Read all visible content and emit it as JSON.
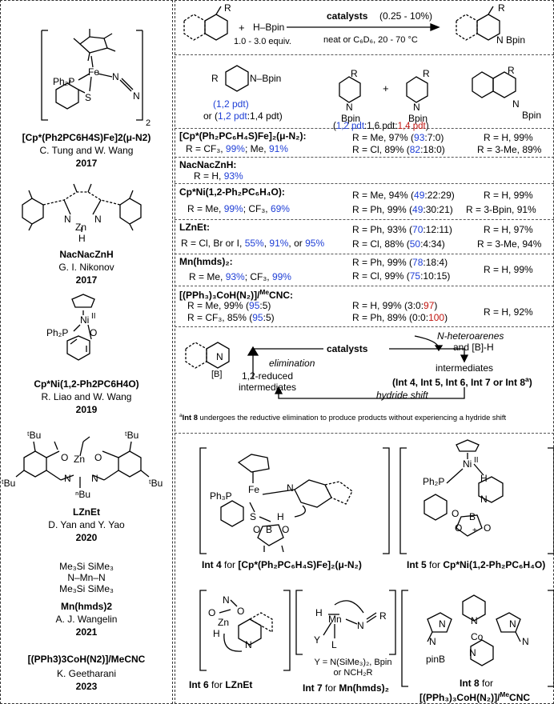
{
  "left": {
    "catalysts": [
      {
        "formula": "[Cp*(Ph2PC6H4S)Fe]2(μ-N2)",
        "authors": "C. Tung and W. Wang",
        "year": "2017"
      },
      {
        "formula": "NacNacZnH",
        "authors": "G. I. Nikonov",
        "year": "2017"
      },
      {
        "formula": "Cp*Ni(1,2-Ph2PC6H4O)",
        "authors": "R. Liao and W. Wang",
        "year": "2019"
      },
      {
        "formula": "LZnEt",
        "authors": "D. Yan and Y. Yao",
        "year": "2020"
      },
      {
        "formula": "Mn(hmds)2",
        "authors": "A. J. Wangelin",
        "year": "2021"
      },
      {
        "formula": "[(PPh3)3CoH(N2)]/MeCNC",
        "authors": "K. Geetharani",
        "year": "2023"
      }
    ],
    "struct_labels": {
      "fe_ph2p": "Ph₂P",
      "fe_fe": "Fe",
      "fe_n": "N",
      "fe_s": "S",
      "fe_n2": "N",
      "fe_sub": "2",
      "zn_n1": "N",
      "zn_n2": "N",
      "zn_zn": "Zn",
      "zn_h": "H",
      "ni_ni": "Ni",
      "ni_ii": "II",
      "ni_ph2p": "Ph₂P",
      "ni_o": "O",
      "lz_tbu1": "ᵗBu",
      "lz_tbu2": "ᵗBu",
      "lz_tbu3": "ᵗBu",
      "lz_tbu4": "ᵗBu",
      "lz_zn": "Zn",
      "lz_o1": "O",
      "lz_o2": "O",
      "lz_n1": "N",
      "lz_n2": "N",
      "lz_nbu": "ⁿBu",
      "mn_line1": "Me₃Si          SiMe₃",
      "mn_mid": "N–Mn–N",
      "mn_line3": "Me₃Si          SiMe₃"
    }
  },
  "scheme": {
    "reagent1": "R",
    "plus": "+",
    "hbpin": "H–Bpin",
    "equiv": "1.0 - 3.0 equiv.",
    "catalysts_label": "catalysts",
    "loading": "(0.25 - 10%)",
    "conditions": "neat or C₆D₆, 20 - 70 °C",
    "product_r": "R",
    "product_n": "N",
    "product_bpin": "Bpin"
  },
  "products": {
    "p1_r": "R",
    "p1_nbpin": "N–Bpin",
    "p1_label_a": "(1,2 pdt)",
    "p1_label_b_pre": "or (",
    "p1_label_b_12": "1,2 pdt",
    "p1_label_b_mid": ":1,4 pdt)",
    "p2_r": "R",
    "p2_n": "N",
    "p2_bpin": "Bpin",
    "p2_plus": "+",
    "p3_r": "R",
    "p3_n": "N",
    "p3_bpin": "Bpin",
    "p23_pre": "(",
    "p23_12": "1,2 pdt",
    "p23_16": ":1,6 pdt:",
    "p23_14": "1,4 pdt",
    "p23_post": ")",
    "p4_r": "R",
    "p4_n": "N",
    "p4_bpin": "Bpin"
  },
  "rows": {
    "fe": {
      "title": "[Cp*(Ph₂PC₆H₄S)Fe]₂(μ-N₂):",
      "c1_pre": "R = CF₃, ",
      "c1_v1": "99%",
      "c1_mid": "; Me, ",
      "c1_v2": "91%",
      "c2a_pre": "R = Me, 97% (",
      "c2a_v": "93",
      "c2a_post": ":7:0)",
      "c2b_pre": "R = Cl, 89% (",
      "c2b_v": "82",
      "c2b_post": ":18:0)",
      "c3a": "R = H, 99%",
      "c3b": "R = 3-Me, 89%"
    },
    "zn": {
      "title": "NacNacZnH:",
      "c1_pre": "R = H, ",
      "c1_v1": "93%"
    },
    "ni": {
      "title": "Cp*Ni(1,2-Ph₂PC₆H₄O):",
      "c1_pre": "R = Me, ",
      "c1_v1": "99%",
      "c1_mid": "; CF₃, ",
      "c1_v2": "69%",
      "c2a_pre": "R = Me, 94% (",
      "c2a_v": "49",
      "c2a_post": ":22:29)",
      "c2b_pre": "R = Ph, 99% (",
      "c2b_v": "49",
      "c2b_post": ":30:21)",
      "c3a": "R = H, 99%",
      "c3b": "R = 3-Bpin, 91%"
    },
    "lz": {
      "title": "LZnEt:",
      "c1_pre": "R = Cl, Br or I, ",
      "c1_v1": "55%",
      "c1_s1": ", ",
      "c1_v2": "91%",
      "c1_s2": ", or ",
      "c1_v3": "95%",
      "c2a_pre": "R = Ph, 93% (",
      "c2a_v": "70",
      "c2a_post": ":12:11)",
      "c2b_pre": "R = Cl, 88% (",
      "c2b_v": "50",
      "c2b_post": ":4:34)",
      "c3a": "R = H, 97%",
      "c3b": "R = 3-Me, 94%"
    },
    "mn": {
      "title": "Mn(hmds)₂:",
      "c1_pre": "R = Me, ",
      "c1_v1": "93%",
      "c1_mid": "; CF₃, ",
      "c1_v2": "99%",
      "c2a_pre": "R = Ph, 99% (",
      "c2a_v": "78",
      "c2a_post": ":18:4)",
      "c2b_pre": "R = Cl, 99% (",
      "c2b_v": "75",
      "c2b_post": ":10:15)",
      "c3a": "R = H, 99%"
    },
    "co": {
      "title": "[(PPh₃)₃CoH(N₂)]/",
      "title_sup": "Me",
      "title_end": "CNC:",
      "c1a_pre": "R = Me, 99% (",
      "c1a_v": "95",
      "c1a_post": ":5)",
      "c1b_pre": "R = CF₃, 85% (",
      "c1b_v": "95",
      "c1b_post": ":5)",
      "c2a_pre": "R = H, 99% (3:0:",
      "c2a_v": "97",
      "c2a_post": ")",
      "c2b_pre": "R = Ph, 89% (0:0:",
      "c2b_v": "100",
      "c2b_post": ")",
      "c3a": "R = H, 92%"
    }
  },
  "cycle": {
    "catalysts": "catalysts",
    "substrates_a": "N-heteroarenes",
    "substrates_b": "and [B]-H",
    "intermediates": "intermediates",
    "int_list": "(Int 4, Int 5, Int 6, Int 7 or Int 8",
    "int_list_sup": "a",
    "int_list_end": ")",
    "elimination": "elimination",
    "reduced_a": "1,2-reduced",
    "reduced_b": "intermediates",
    "hydride_shift": "hydride shift",
    "product_n": "N",
    "product_b": "[B]",
    "footnote_sup": "a",
    "footnote_b": "Int 8",
    "footnote": " undergoes the reductive elimination to produce products without experiencing a hydride shift"
  },
  "ints": {
    "int4_label": "Int 4",
    "int4_for": " for ",
    "int4_cat": "[Cp*(Ph₂PC₆H₄S)Fe]₂(μ-N₂)",
    "int5_label": "Int 5",
    "int5_for": " for ",
    "int5_cat": "Cp*Ni(1,2-Ph₂PC₆H₄O)",
    "int6_label": "Int 6",
    "int6_for": " for ",
    "int6_cat": "LZnEt",
    "int7_label": "Int 7",
    "int7_for": " for ",
    "int7_cat": "Mn(hmds)₂",
    "int7_y_a": "Y = N(SiMe₃)₂, Bpin",
    "int7_y_b": "or NCH₂R",
    "int8_label": "Int 8",
    "int8_for": " for",
    "int8_cat": "[(PPh₃)₃CoH(N₂)]/",
    "int8_sup": "Me",
    "int8_end": "CNC",
    "atoms": {
      "i4_fe": "Fe",
      "i4_ph3p": "Ph₃P",
      "i4_n": "N",
      "i4_s": "S",
      "i4_h": "H",
      "i4_b": "B",
      "i4_o1": "O",
      "i4_o2": "O",
      "i5_ni": "Ni",
      "i5_ii": "II",
      "i5_ph2p": "Ph₂P",
      "i5_h": "H",
      "i5_o": "O",
      "i5_b": "B",
      "i5_o2": "O",
      "i5_o3": "O",
      "i5_n": "N",
      "i5_plus": "+",
      "i6_zn": "Zn",
      "i6_n": "N",
      "i6_o1": "O",
      "i6_o2": "O",
      "i6_h": "H",
      "i6_n2": "N",
      "i7_mn": "Mn",
      "i7_h": "H",
      "i7_y": "Y",
      "i7_l": "L",
      "i7_n": "N",
      "i7_r": "R",
      "i8_co": "Co",
      "i8_n1": "N",
      "i8_n2": "N",
      "i8_n3": "N",
      "i8_n4": "N",
      "i8_n5": "N",
      "i8_pinb": "pinB",
      "i8_npy": "N"
    }
  },
  "colors": {
    "blue": "#1f3fd6",
    "red": "#c0140f"
  }
}
